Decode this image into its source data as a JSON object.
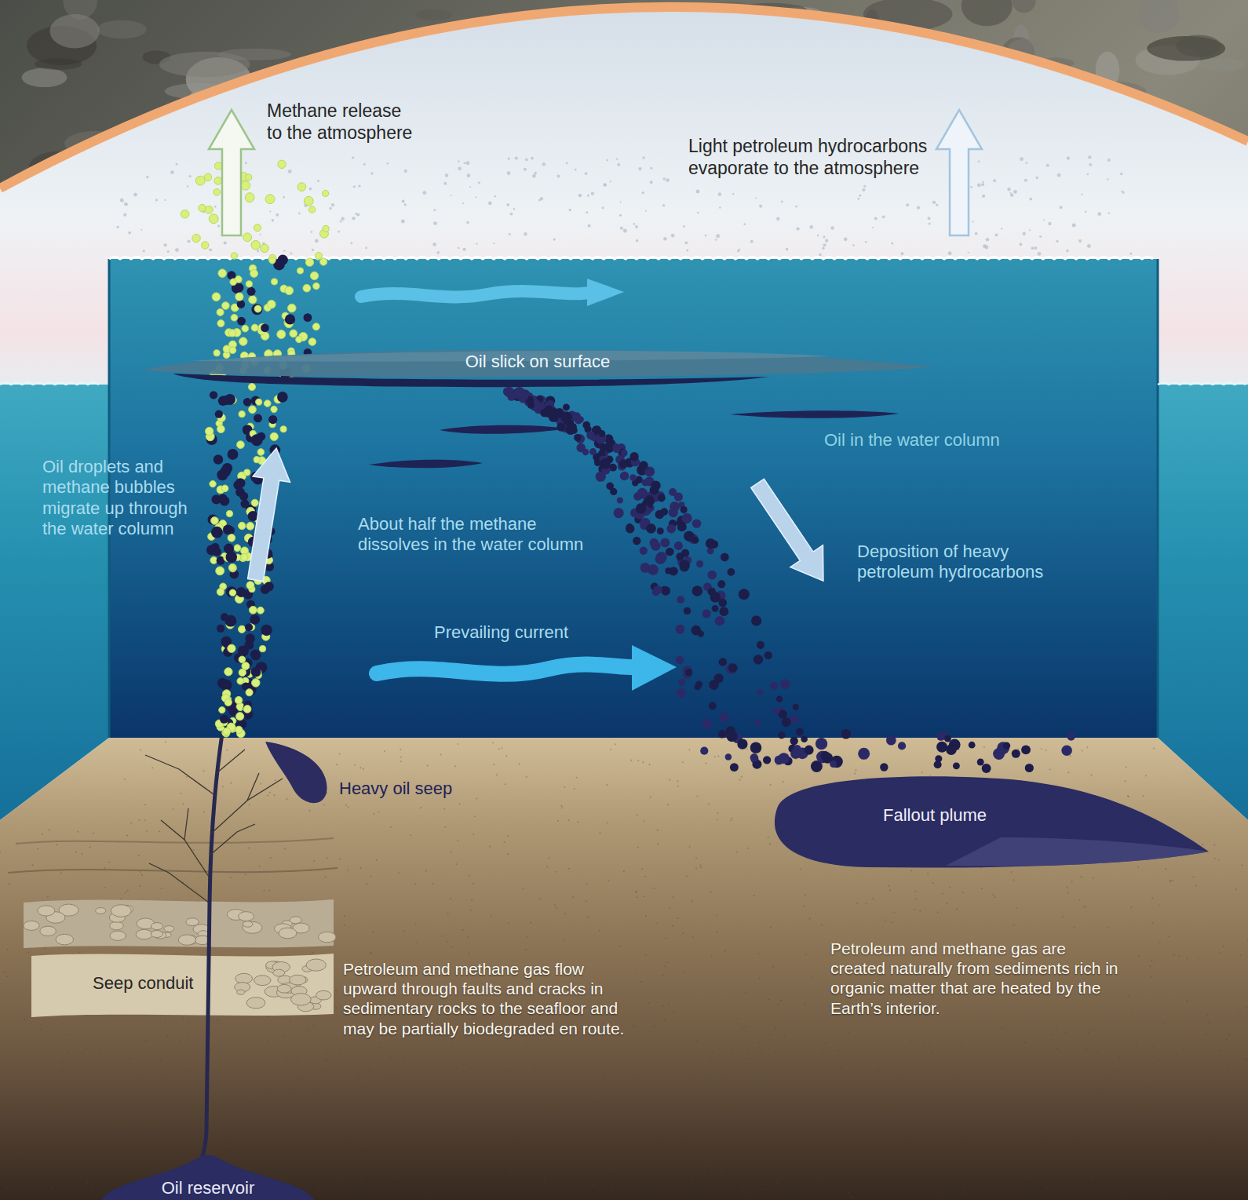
{
  "diagram": {
    "nodes": [
      {
        "text": [
          "Oil slick on surface"
        ]
      },
      {
        "text": [
          "Fallout plume"
        ]
      },
      {
        "text": [
          "Oil reservoir"
        ]
      }
    ],
    "labels": [
      "Methane release to the atmosphere",
      "Light petroleum hydrocarbons evaporate to the atmosphere",
      "Oil droplets and methane bubbles migrate up through the water column",
      "Oil in the water column",
      "About half the methane dissolves in the water column",
      "Deposition of heavy petroleum hydrocarbons",
      "Prevailing current",
      "Heavy oil seep",
      "Seep conduit",
      "Petroleum and methane gas flow upward through faults and cracks in sedimentary rocks to the seafloor and may be partially biodegraded en route.",
      "Petroleum and methane gas are created naturally from sediments rich in organic matter that are heated by the Earth’s interior."
    ]
  }
}
